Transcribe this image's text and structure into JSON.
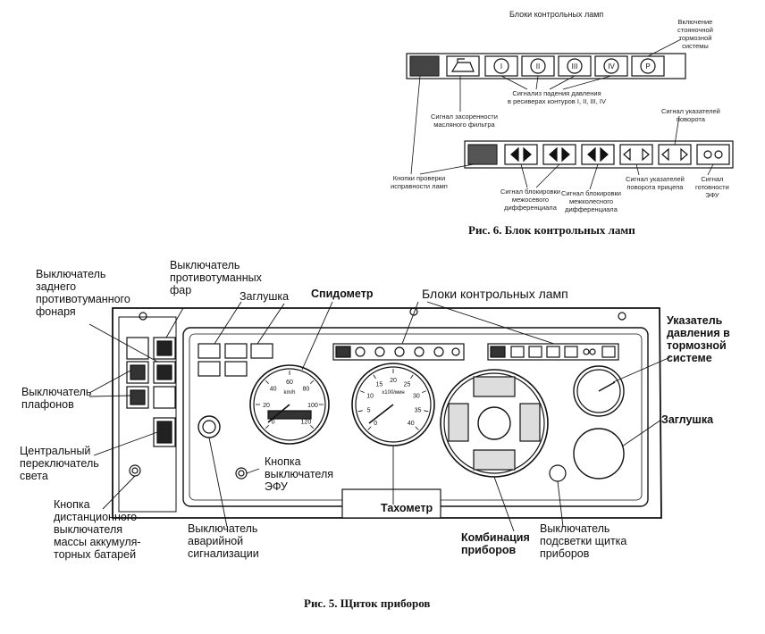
{
  "fig6": {
    "title": "Блоки контрольных ламп",
    "caption": "Рис. 6. Блок контрольных ламп",
    "labels": {
      "parking_brake": "Включение\nстояночной\nтормозной\nсистемы",
      "pressure_drop": "Сигнализ падения давления\nв ресиверах контуров I, II, III, IV",
      "oil_filter": "Сигнал засоренности\nмасляного фильтра",
      "turn_signal": "Сигнал указателей\nповорота",
      "test_buttons": "Кнопки проверки\nисправности ламп",
      "interaxle_lock": "Сигнал блокировки\nмежосевого\nдифференциала",
      "interwheel_lock": "Сигнал блокировки\nмежколесного\nдифференциала",
      "trailer_turn": "Сигнал указателей\nповорота прицепа",
      "efu_ready": "Сигнал\nготовности\nЭФУ"
    },
    "lamp_glyphs": [
      "I",
      "II",
      "III",
      "IV",
      "P"
    ]
  },
  "fig5": {
    "caption": "Рис. 5. Щиток приборов",
    "labels": {
      "rear_fog": "Выключатель\nзаднего\nпротивотуманного\nфонаря",
      "fog_lights": "Выключатель\nпротивотуманных\nфар",
      "plug_top": "Заглушка",
      "speedometer": "Спидометр",
      "lamp_blocks": "Блоки контрольных ламп",
      "brake_pressure": "Указатель\nдавления в\nтормозной\nсистеме",
      "plug_right": "Заглушка",
      "dome_lights": "Выключатель\nплафонов",
      "central_light": "Центральный\nпереключатель\nсвета",
      "efu_button": "Кнопка\nвыключателя\nЭФУ",
      "battery_button": "Кнопка\nдистанционного\nвыключателя\nмассы аккумуля-\nторных батарей",
      "hazard": "Выключатель\nаварийной\nсигнализации",
      "tachometer": "Тахометр",
      "combination": "Комбинация\nприборов",
      "backlight": "Выключатель\nподсветки щитка\nприборов"
    },
    "speedometer_ticks": [
      "0",
      "20",
      "40",
      "60",
      "80",
      "100",
      "120"
    ],
    "speedometer_unit": "km/h",
    "tachometer_ticks": [
      "0",
      "5",
      "10",
      "15",
      "20",
      "25",
      "30",
      "35",
      "40"
    ],
    "tachometer_unit": "x100/мин"
  }
}
